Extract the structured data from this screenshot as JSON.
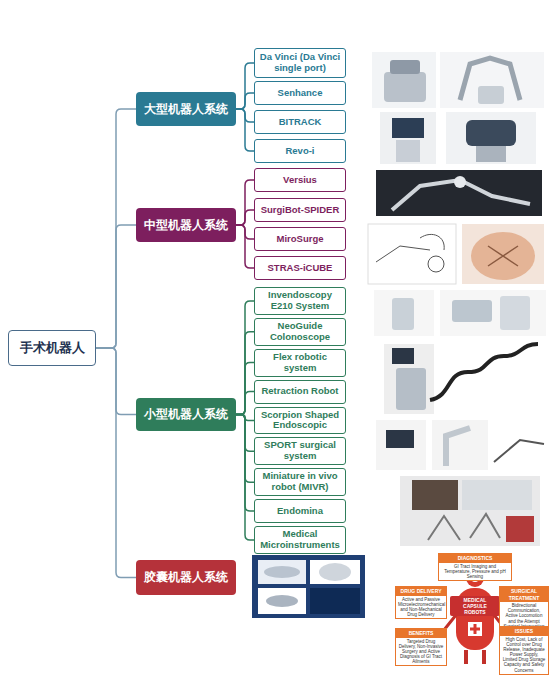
{
  "diagram": {
    "nodes": [
      {
        "text": [
          "手术机器人"
        ]
      },
      {
        "text": [
          "大型机器人系统"
        ]
      },
      {
        "text": [
          "Da Vinci (Da Vinci single port)"
        ]
      },
      {
        "text": [
          "Senhance"
        ]
      },
      {
        "text": [
          "BITRACK"
        ]
      },
      {
        "text": [
          "Revo-i"
        ]
      },
      {
        "text": [
          "中型机器人系统"
        ]
      },
      {
        "text": [
          "Versius"
        ]
      },
      {
        "text": [
          "SurgiBot-SPIDER"
        ]
      },
      {
        "text": [
          "MiroSurge"
        ]
      },
      {
        "text": [
          "STRAS-iCUBE"
        ]
      },
      {
        "text": [
          "小型机器人系统"
        ]
      },
      {
        "text": [
          "Invendoscopy E210 System"
        ]
      },
      {
        "text": [
          "NeoGuide Colonoscope"
        ]
      },
      {
        "text": [
          "Flex robotic system"
        ]
      },
      {
        "text": [
          "Retraction Robot"
        ]
      },
      {
        "text": [
          "Scorpion Shaped Endoscopic"
        ]
      },
      {
        "text": [
          "SPORT surgical system"
        ]
      },
      {
        "text": [
          "Miniature in vivo robot (MIVR)"
        ]
      },
      {
        "text": [
          "Endomina"
        ]
      },
      {
        "text": [
          "Medical Microinstruments"
        ]
      },
      {
        "text": [
          "胶囊机器人系统"
        ]
      },
      {
        "text": [
          "DIAGNOSTICS",
          "GI Tract Imaging and Temperature, Pressure and pH Sensing"
        ]
      },
      {
        "text": [
          "DRUG DELIVERY",
          "Active and Passive Microelectromechanical and Non-Mechanical Drug Delivery"
        ]
      },
      {
        "text": [
          "MEDICAL CAPSULE ROBOTS"
        ]
      },
      {
        "text": [
          "SURGICAL TREATMENT",
          "Bidirectional Communication, Active Locomotion and the Attempt Surgical Intervention in GI Tract"
        ]
      },
      {
        "text": [
          "BENEFITS",
          "Targeted Drug Delivery, Non-Invasive Surgery and Active Diagnosis of GI Tract Ailments"
        ]
      },
      {
        "text": [
          "ISSUES",
          "High Cost, Lack of Control over Drug Release, Inadequate Power Supply, Limited Drug Storage Capacity and Safety Concerns"
        ]
      }
    ],
    "edges": [
      {
        "from": 0,
        "to": 1,
        "arrow": "none"
      },
      {
        "from": 0,
        "to": 6,
        "arrow": "none"
      },
      {
        "from": 0,
        "to": 11,
        "arrow": "none"
      },
      {
        "from": 0,
        "to": 21,
        "arrow": "none"
      },
      {
        "from": 1,
        "to": 2,
        "arrow": "none"
      },
      {
        "from": 1,
        "to": 3,
        "arrow": "none"
      },
      {
        "from": 1,
        "to": 4,
        "arrow": "none"
      },
      {
        "from": 1,
        "to": 5,
        "arrow": "none"
      },
      {
        "from": 6,
        "to": 7,
        "arrow": "none"
      },
      {
        "from": 6,
        "to": 8,
        "arrow": "none"
      },
      {
        "from": 6,
        "to": 9,
        "arrow": "none"
      },
      {
        "from": 6,
        "to": 10,
        "arrow": "none"
      },
      {
        "from": 11,
        "to": 12,
        "arrow": "none"
      },
      {
        "from": 11,
        "to": 13,
        "arrow": "none"
      },
      {
        "from": 11,
        "to": 14,
        "arrow": "none"
      },
      {
        "from": 11,
        "to": 15,
        "arrow": "none"
      },
      {
        "from": 11,
        "to": 16,
        "arrow": "none"
      },
      {
        "from": 11,
        "to": 17,
        "arrow": "none"
      },
      {
        "from": 11,
        "to": 18,
        "arrow": "none"
      },
      {
        "from": 11,
        "to": 19,
        "arrow": "none"
      },
      {
        "from": 11,
        "to": 20,
        "arrow": "none"
      }
    ]
  }
}
